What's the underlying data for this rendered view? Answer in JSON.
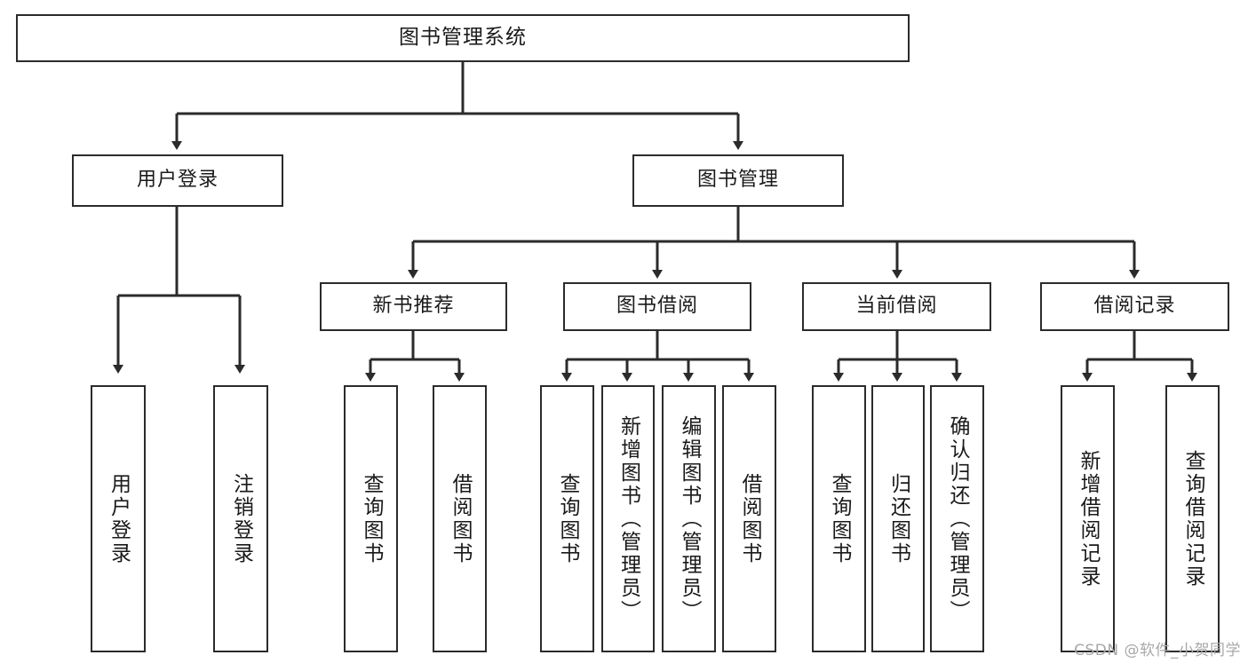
{
  "diagram": {
    "type": "tree-hierarchy-chart",
    "title": "图书管理系统",
    "stroke_color": "#2b2b2b",
    "background_color": "#ffffff",
    "watermark": "CSDN @软件_小贺同学",
    "nodes": {
      "root": {
        "label": "图书管理系统"
      },
      "level2": [
        {
          "id": "user-login",
          "label": "用户登录"
        },
        {
          "id": "book-management",
          "label": "图书管理"
        }
      ],
      "level3": [
        {
          "id": "new-book-recommend",
          "label": "新书推荐"
        },
        {
          "id": "book-borrow",
          "label": "图书借阅"
        },
        {
          "id": "current-borrow",
          "label": "当前借阅"
        },
        {
          "id": "borrow-record",
          "label": "借阅记录"
        }
      ],
      "leaves": {
        "user-login": [
          {
            "id": "leaf-user-login",
            "label": "用户登录"
          },
          {
            "id": "leaf-logout-login",
            "label": "注销登录"
          }
        ],
        "new-book-recommend": [
          {
            "id": "leaf-query-book-1",
            "label": "查询图书"
          },
          {
            "id": "leaf-borrow-book-1",
            "label": "借阅图书"
          }
        ],
        "book-borrow": [
          {
            "id": "leaf-query-book-2",
            "label": "查询图书"
          },
          {
            "id": "leaf-add-book",
            "label": "新增图书（管理员）"
          },
          {
            "id": "leaf-edit-book",
            "label": "编辑图书（管理员）"
          },
          {
            "id": "leaf-borrow-book-2",
            "label": "借阅图书"
          }
        ],
        "current-borrow": [
          {
            "id": "leaf-query-book-3",
            "label": "查询图书"
          },
          {
            "id": "leaf-return-book",
            "label": "归还图书"
          },
          {
            "id": "leaf-confirm-return",
            "label": "确认归还（管理员）"
          }
        ],
        "borrow-record": [
          {
            "id": "leaf-add-record",
            "label": "新增借阅记录"
          },
          {
            "id": "leaf-query-record",
            "label": "查询借阅记录"
          }
        ]
      }
    }
  }
}
